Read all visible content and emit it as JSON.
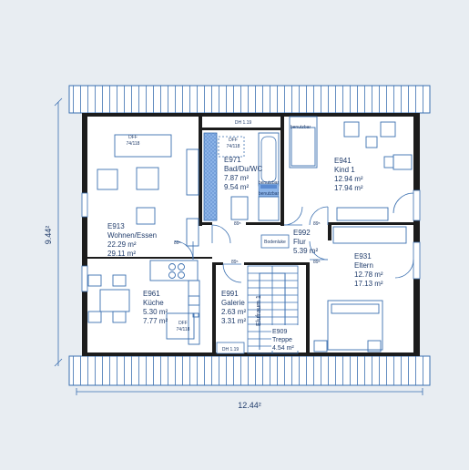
{
  "dimensions": {
    "height": "9.44²",
    "width": "12.44²"
  },
  "rooms": [
    {
      "id": "E913",
      "name": "Wohnen/Essen",
      "area1": "22.29 m²",
      "area2": "29.11 m²"
    },
    {
      "id": "E971",
      "name": "Bad/Du/WC",
      "area1": "7.87 m²",
      "area2": "9.54 m²"
    },
    {
      "id": "E941",
      "name": "Kind 1",
      "area1": "12.94 m²",
      "area2": "17.94 m²"
    },
    {
      "id": "E992",
      "name": "Flur",
      "area1": "5.39 m²"
    },
    {
      "id": "E931",
      "name": "Eltern",
      "area1": "12.78 m²",
      "area2": "17.13 m²"
    },
    {
      "id": "E961",
      "name": "Küche",
      "area1": "5.30 m²",
      "area2": "7.77 m²"
    },
    {
      "id": "E991",
      "name": "Galerie",
      "area1": "2.63 m²",
      "area2": "3.31 m²"
    },
    {
      "id": "E909",
      "name": "Treppe",
      "area1": "4.54 m²"
    }
  ],
  "labels": {
    "dh_top": "DH 1.19",
    "dh_bottom": "DH 1.19",
    "dff1": "DFF",
    "dff1_size": "74/118",
    "dff2": "DFF",
    "dff2_size": "74/118",
    "dff3": "DFF",
    "dff3_size": "74/118",
    "bodenluke": "Bodenluke",
    "aufzug": "Elufraum 1",
    "door": "89⁵",
    "bath_tag": "benutzbar"
  }
}
